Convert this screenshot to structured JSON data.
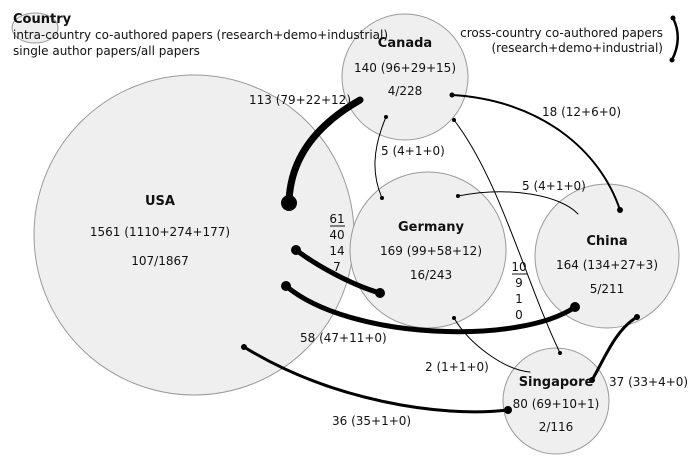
{
  "legend": {
    "country": "Country",
    "intra_line": "intra-country co-authored papers (research+demo+industrial)",
    "single_line": "single author papers/all papers",
    "cross_line1": "cross-country co-authored papers",
    "cross_line2": "(research+demo+industrial)"
  },
  "countries": {
    "usa": {
      "name": "USA",
      "intra": "1561 (1110+274+177)",
      "single": "107/1867"
    },
    "canada": {
      "name": "Canada",
      "intra": "140 (96+29+15)",
      "single": "4/228"
    },
    "germany": {
      "name": "Germany",
      "intra": "169 (99+58+12)",
      "single": "16/243"
    },
    "china": {
      "name": "China",
      "intra": "164 (134+27+3)",
      "single": "5/211"
    },
    "singapore": {
      "name": "Singapore",
      "intra": "80 (69+10+1)",
      "single": "2/116"
    }
  },
  "links": {
    "usa_canada": "113 (79+22+12)",
    "canada_china": "18 (12+6+0)",
    "canada_germany": "5 (4+1+0)",
    "germany_china": "5 (4+1+0)",
    "usa_china": "58 (47+11+0)",
    "germany_singapore": "2 (1+1+0)",
    "china_singapore": "37 (33+4+0)",
    "usa_singapore": "36 (35+1+0)",
    "usa_germany_stack": [
      "61",
      "40",
      "14",
      "7"
    ],
    "canada_singapore_stack": [
      "10",
      "9",
      "1",
      "0"
    ]
  }
}
